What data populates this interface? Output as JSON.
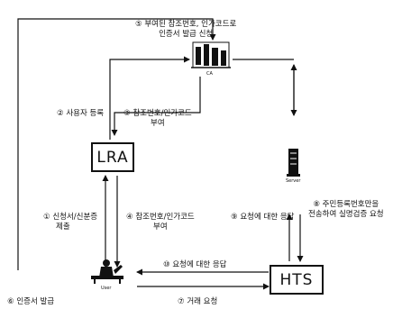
{
  "nodes": {
    "ca": {
      "label": "CA"
    },
    "lra": {
      "label": "LRA"
    },
    "hts": {
      "label": "HTS"
    },
    "user": {
      "label": "User"
    },
    "server": {
      "label": "Server"
    }
  },
  "steps": {
    "s1": {
      "line1": "① 신청서/신분증",
      "line2": "제출"
    },
    "s2": {
      "text": "② 사용자 등록"
    },
    "s3": {
      "line1": "③ 참조번호/인가코드",
      "line2": "부여"
    },
    "s4": {
      "line1": "④ 참조번호/인가코드",
      "line2": "부여"
    },
    "s5": {
      "line1": "⑤ 부여된 참조번호, 인가코드로",
      "line2": "인증서 발급 신청"
    },
    "s6": {
      "text": "⑥ 인증서 발급"
    },
    "s7": {
      "text": "⑦ 거래 요청"
    },
    "s8": {
      "line1": "⑧ 주민등록번호만을",
      "line2": "전송하여 실명검증 요청"
    },
    "s9": {
      "text": "⑨ 요청에 대한 응답"
    },
    "s10": {
      "text": "⑩ 요청에 대한 응답"
    }
  }
}
